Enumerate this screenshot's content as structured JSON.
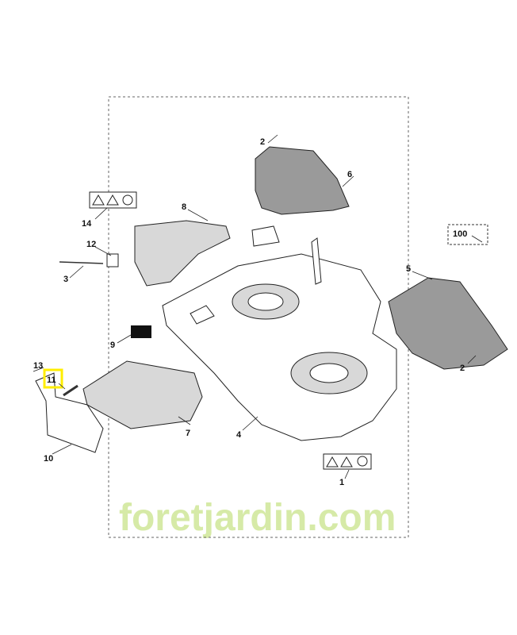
{
  "diagram": {
    "callouts": [
      {
        "id": "c2a",
        "text": "2"
      },
      {
        "id": "c6",
        "text": "6"
      },
      {
        "id": "c8",
        "text": "8"
      },
      {
        "id": "c14",
        "text": "14"
      },
      {
        "id": "c12",
        "text": "12"
      },
      {
        "id": "c3",
        "text": "3"
      },
      {
        "id": "c100",
        "text": "100"
      },
      {
        "id": "c5",
        "text": "5"
      },
      {
        "id": "c9",
        "text": "9"
      },
      {
        "id": "c2b",
        "text": "2"
      },
      {
        "id": "c13",
        "text": "13"
      },
      {
        "id": "c11",
        "text": "11"
      },
      {
        "id": "c7",
        "text": "7"
      },
      {
        "id": "c4",
        "text": "4"
      },
      {
        "id": "c10",
        "text": "10"
      },
      {
        "id": "c1",
        "text": "1"
      }
    ],
    "highlighted_callout": "11",
    "highlight_color": "#ffee00",
    "watermark": "foretjardin.com"
  }
}
